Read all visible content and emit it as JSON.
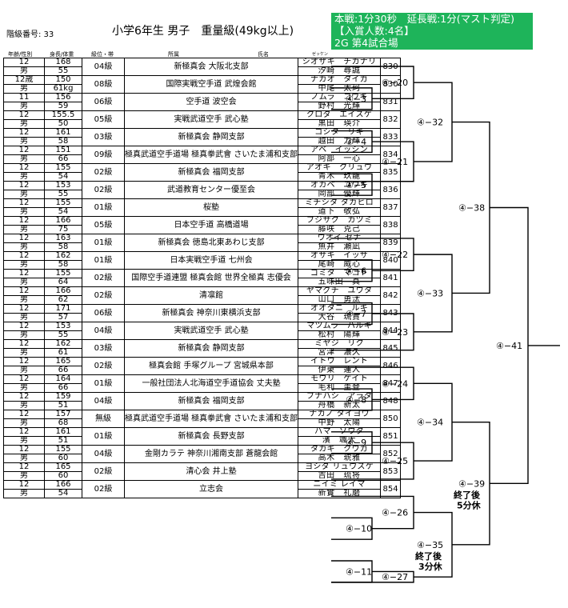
{
  "header": {
    "number_label": "階級番号: 33",
    "title": "小学6年生 男子　重量級(49kg以上)"
  },
  "info_box": {
    "lines": [
      "本戦:1分30秒　延長戦:1分(マスト判定)",
      "【入賞人数:4名】",
      "2G 第4試合場"
    ],
    "background": "#1eb45a"
  },
  "columns": [
    "年齢/性別",
    "身長/体重",
    "級位・帯",
    "所属",
    "氏名",
    "ゼッケン"
  ],
  "entries": [
    {
      "age": "12",
      "sex": "男",
      "height": "168",
      "weight": "55",
      "rank": "04級",
      "affiliation": "新極真会 大阪北支部",
      "aff_size": "lg",
      "kana": "シオザキ　チカナリ",
      "name": "汐崎　尋誠",
      "bib": "830"
    },
    {
      "age": "12歳",
      "sex": "男",
      "height": "150",
      "weight": "61kg",
      "rank": "08級",
      "affiliation": "国際実戦空手道 武煌会館",
      "aff_size": "md",
      "kana": "ナカオ　タイガ",
      "name": "中尾　太珂",
      "bib": "830"
    },
    {
      "age": "11",
      "sex": "男",
      "height": "156",
      "weight": "59",
      "rank": "06級",
      "affiliation": "空手道 波空会",
      "aff_size": "lg",
      "kana": "ノムラ　コウキ",
      "name": "野村　光輝",
      "bib": "831"
    },
    {
      "age": "12",
      "sex": "男",
      "height": "155.5",
      "weight": "50",
      "rank": "05級",
      "affiliation": "実戦武道空手 武心塾",
      "aff_size": "lg",
      "kana": "クロダ　エイスケ",
      "name": "黒田　瑛介",
      "bib": "832"
    },
    {
      "age": "12",
      "sex": "男",
      "height": "161",
      "weight": "58",
      "rank": "03級",
      "affiliation": "新極真会 静岡支部",
      "aff_size": "lg",
      "kana": "コシタ　リキ",
      "name": "越田　力輝",
      "bib": "833"
    },
    {
      "age": "12",
      "sex": "男",
      "height": "151",
      "weight": "66",
      "rank": "09級",
      "affiliation": "極真武道空手道場 極真拳武會 さいたま浦和支部",
      "aff_size": "sm",
      "kana": "アベ　イッシン",
      "name": "阿部　一心",
      "bib": "834"
    },
    {
      "age": "12",
      "sex": "男",
      "height": "155",
      "weight": "54",
      "rank": "02級",
      "affiliation": "新極真会 福岡支部",
      "aff_size": "lg",
      "kana": "アオキ　クリュウ",
      "name": "青木　玖龍",
      "bib": "835"
    },
    {
      "age": "12",
      "sex": "男",
      "height": "153",
      "weight": "55",
      "rank": "02級",
      "affiliation": "武道教育センター優至会",
      "aff_size": "md",
      "kana": "オカベ　ユウキ",
      "name": "岡部　優輝",
      "bib": "836"
    },
    {
      "age": "12",
      "sex": "男",
      "height": "155",
      "weight": "54",
      "rank": "01級",
      "affiliation": "桜塾",
      "aff_size": "lg",
      "kana": "ミチシタ タカヒロ",
      "name": "道下　敬弘",
      "bib": "837"
    },
    {
      "age": "12",
      "sex": "男",
      "height": "166",
      "weight": "75",
      "rank": "05級",
      "affiliation": "日本空手道 高橋道場",
      "aff_size": "lg",
      "kana": "フジサク　カツミ",
      "name": "藤咲　克己",
      "bib": "838"
    },
    {
      "age": "12",
      "sex": "男",
      "height": "163",
      "weight": "58",
      "rank": "01級",
      "affiliation": "新極真会 徳島北東あわじ支部",
      "aff_size": "md",
      "kana": "ウオイ セナ",
      "name": "魚井　瀬凪",
      "bib": "839"
    },
    {
      "age": "12",
      "sex": "男",
      "height": "162",
      "weight": "58",
      "rank": "01級",
      "affiliation": "日本実戦空手道 七州会",
      "aff_size": "lg",
      "kana": "オサキ　イッサ",
      "name": "尾崎　威心",
      "bib": "840"
    },
    {
      "age": "12",
      "sex": "男",
      "height": "155",
      "weight": "64",
      "rank": "02級",
      "affiliation": "国際空手道連盟 極真会館 世界全極真 志優会",
      "aff_size": "sm",
      "kana": "ゴミタ　マコト",
      "name": "五味田　真",
      "bib": "841"
    },
    {
      "age": "12",
      "sex": "男",
      "height": "166",
      "weight": "62",
      "rank": "02級",
      "affiliation": "清凛館",
      "aff_size": "lg",
      "kana": "ヤマグチ　ユウタ",
      "name": "山口　勇汰",
      "bib": "842"
    },
    {
      "age": "12",
      "sex": "男",
      "height": "171",
      "weight": "57",
      "rank": "06級",
      "affiliation": "新極真会 神奈川東横浜支部",
      "aff_size": "md",
      "kana": "オオタニ　ルキ",
      "name": "大谷　琉貴",
      "bib": "843"
    },
    {
      "age": "12",
      "sex": "男",
      "height": "153",
      "weight": "55",
      "rank": "04級",
      "affiliation": "実戦武道空手 武心塾",
      "aff_size": "lg",
      "kana": "マツムラ　ハルキ",
      "name": "松村　陽輝",
      "bib": "844"
    },
    {
      "age": "12",
      "sex": "男",
      "height": "162",
      "weight": "61",
      "rank": "03級",
      "affiliation": "新極真会 静岡支部",
      "aff_size": "lg",
      "kana": "ミヤジ　リク",
      "name": "宮津　濃久",
      "bib": "845"
    },
    {
      "age": "12",
      "sex": "男",
      "height": "165",
      "weight": "66",
      "rank": "02級",
      "affiliation": "極真会館 手塚グループ 宮城県本部",
      "aff_size": "sm",
      "kana": "イトウ　レント",
      "name": "伊東　蓮人",
      "bib": "846"
    },
    {
      "age": "12",
      "sex": "男",
      "height": "164",
      "weight": "66",
      "rank": "01級",
      "affiliation": "一般社団法人北海道空手道協会 丈夫塾",
      "aff_size": "sm",
      "kana": "モウリ　ケイト",
      "name": "毛利　圭登",
      "bib": "847"
    },
    {
      "age": "12",
      "sex": "男",
      "height": "159",
      "weight": "51",
      "rank": "04級",
      "affiliation": "新極真会 福岡支部",
      "aff_size": "lg",
      "kana": "フナハシ　アラタ",
      "name": "舟橋　新太",
      "bib": "848"
    },
    {
      "age": "12",
      "sex": "男",
      "height": "157",
      "weight": "68",
      "rank": "無級",
      "affiliation": "極真武道空手道場 極真拳武會 さいたま浦和支部",
      "aff_size": "sm",
      "kana": "ナカノ タイヨウ",
      "name": "中野　太陽",
      "bib": "850"
    },
    {
      "age": "12",
      "sex": "男",
      "height": "161",
      "weight": "51",
      "rank": "01級",
      "affiliation": "新極真会 長野支部",
      "aff_size": "lg",
      "kana": "ハマ　ソウタ",
      "name": "濱　颯太",
      "bib": "851"
    },
    {
      "age": "12",
      "sex": "男",
      "height": "155",
      "weight": "60",
      "rank": "04級",
      "affiliation": "金剛カラテ 神奈川湘南支部 蒼龍会館",
      "aff_size": "sm",
      "kana": "タカギ　クウガ",
      "name": "高木　琥雅",
      "bib": "852"
    },
    {
      "age": "12",
      "sex": "男",
      "height": "165",
      "weight": "60",
      "rank": "02級",
      "affiliation": "清心会 井上塾",
      "aff_size": "lg",
      "kana": "ヨシダ リュウスケ",
      "name": "吉田　琉将",
      "bib": "853"
    },
    {
      "age": "12",
      "sex": "男",
      "height": "166",
      "weight": "54",
      "rank": "02級",
      "affiliation": "立志会",
      "aff_size": "lg",
      "kana": "ニイミ レイマ",
      "name": "新實　礼磨",
      "bib": "854"
    }
  ],
  "bracket": {
    "round1": [
      {
        "entrant": 1,
        "match": "④−20"
      }
    ],
    "round2": [
      {
        "pair": [
          2,
          3
        ],
        "match": "④−3"
      },
      {
        "pair": [
          4,
          5
        ],
        "match": "④−4"
      },
      {
        "pair": [
          6,
          7
        ],
        "match": "④−5"
      },
      {
        "pair": [
          10,
          11
        ],
        "match": "④−6"
      },
      {
        "pair": [
          12,
          13
        ],
        "match": "④−7"
      },
      {
        "pair": [
          16,
          17
        ],
        "match": "④−8"
      },
      {
        "pair": [
          18,
          19
        ],
        "match": "④−9"
      },
      {
        "pair": [
          22,
          23
        ],
        "match": "④−10"
      },
      {
        "pair": [
          24,
          25
        ],
        "match": "④−11"
      }
    ],
    "round3": [
      {
        "from": [
          "m20",
          "m3"
        ],
        "match": "④−20"
      },
      {
        "from": [
          "m4",
          "e6"
        ],
        "match": "④−21"
      },
      {
        "from": [
          "e9",
          "m6"
        ],
        "match": "④−22"
      },
      {
        "from": [
          "m7",
          "e14"
        ],
        "match": "④−23"
      },
      {
        "from": [
          "e15",
          "m8"
        ],
        "match": "④−24"
      },
      {
        "from": [
          "m9",
          "e20"
        ],
        "match": "④−25"
      },
      {
        "from": [
          "e21",
          "m10"
        ],
        "match": "④−26"
      },
      {
        "from": [
          "m11",
          "e25"
        ],
        "match": "④−27"
      }
    ],
    "labels": {
      "m32": "④−32",
      "m33": "④−33",
      "m34": "④−34",
      "m35": "④−35",
      "m38": "④−38",
      "m39": "④−39",
      "m41": "④−41",
      "m21": "④−21",
      "m22": "④−22",
      "m23": "④−23",
      "m24": "④−24",
      "m25": "④−25",
      "m26": "④−26",
      "m27": "④−27"
    },
    "notes": {
      "m39_note": [
        "終了後",
        "5分休"
      ],
      "m35_note": [
        "終了後",
        "3分休"
      ]
    }
  }
}
